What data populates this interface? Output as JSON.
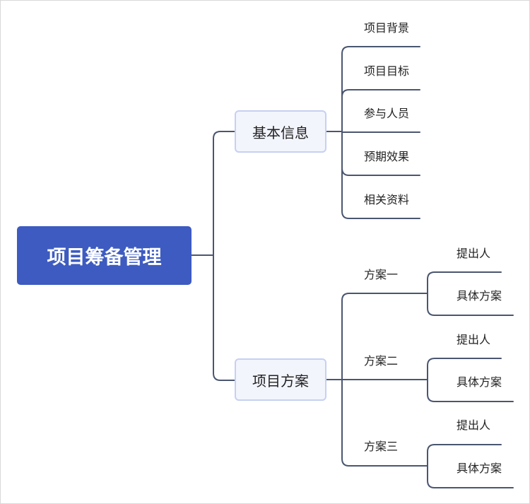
{
  "root": {
    "label": "项目筹备管理"
  },
  "branches": [
    {
      "label": "基本信息",
      "children": [
        "项目背景",
        "项目目标",
        "参与人员",
        "预期效果",
        "相关资料"
      ]
    },
    {
      "label": "项目方案",
      "children": [
        {
          "label": "方案一",
          "children": [
            "提出人",
            "具体方案"
          ]
        },
        {
          "label": "方案二",
          "children": [
            "提出人",
            "具体方案"
          ]
        },
        {
          "label": "方案三",
          "children": [
            "提出人",
            "具体方案"
          ]
        }
      ]
    }
  ],
  "colors": {
    "root_fill": "#3d5bc0",
    "branch_fill": "#f3f5fd",
    "branch_border": "#c6d0f1",
    "connector": "#4a5670"
  }
}
